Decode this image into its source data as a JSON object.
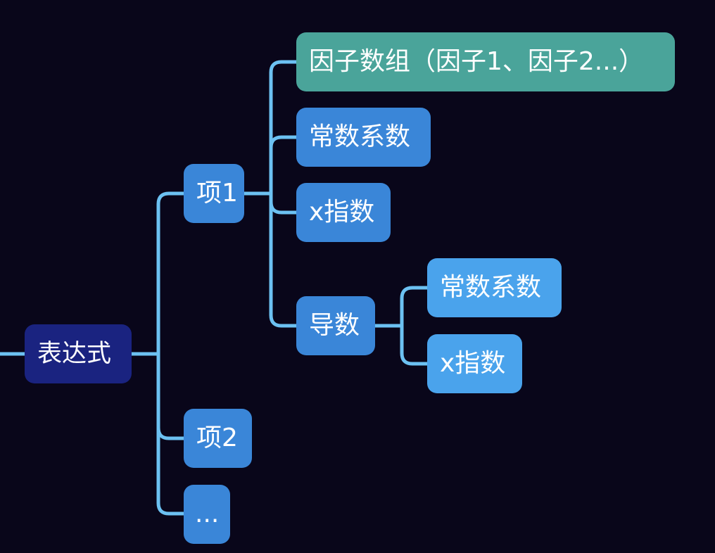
{
  "colors": {
    "background": "#09061a",
    "connector": "#6cc1f2",
    "root": "#1a2380",
    "branch": "#3a86d8",
    "leaf_light": "#4aa3ec",
    "highlight": "#4aa49a"
  },
  "mindmap": {
    "root": "表达式",
    "terms": {
      "term1": "项1",
      "term2": "项2",
      "more": "..."
    },
    "term1_children": {
      "factors": "因子数组（因子1、因子2...）",
      "coefficient": "常数系数",
      "x_exponent": "x指数",
      "derivative": "导数"
    },
    "derivative_children": {
      "coefficient": "常数系数",
      "x_exponent": "x指数"
    }
  }
}
